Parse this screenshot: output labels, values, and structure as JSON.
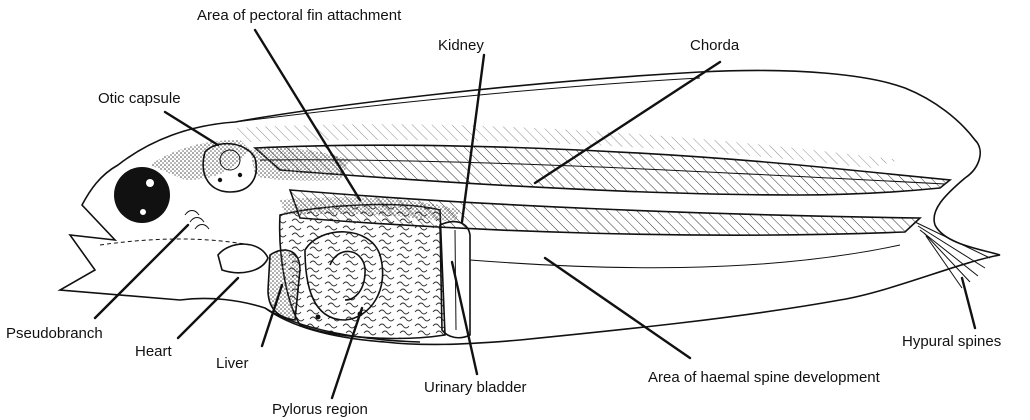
{
  "labels": {
    "pectoral": "Area of pectoral fin attachment",
    "kidney": "Kidney",
    "chorda": "Chorda",
    "otic": "Otic capsule",
    "pseudobranch": "Pseudobranch",
    "heart": "Heart",
    "liver": "Liver",
    "pylorus": "Pylorus region",
    "bladder": "Urinary bladder",
    "haemal": "Area of haemal spine development",
    "hypural": "Hypural spines"
  }
}
